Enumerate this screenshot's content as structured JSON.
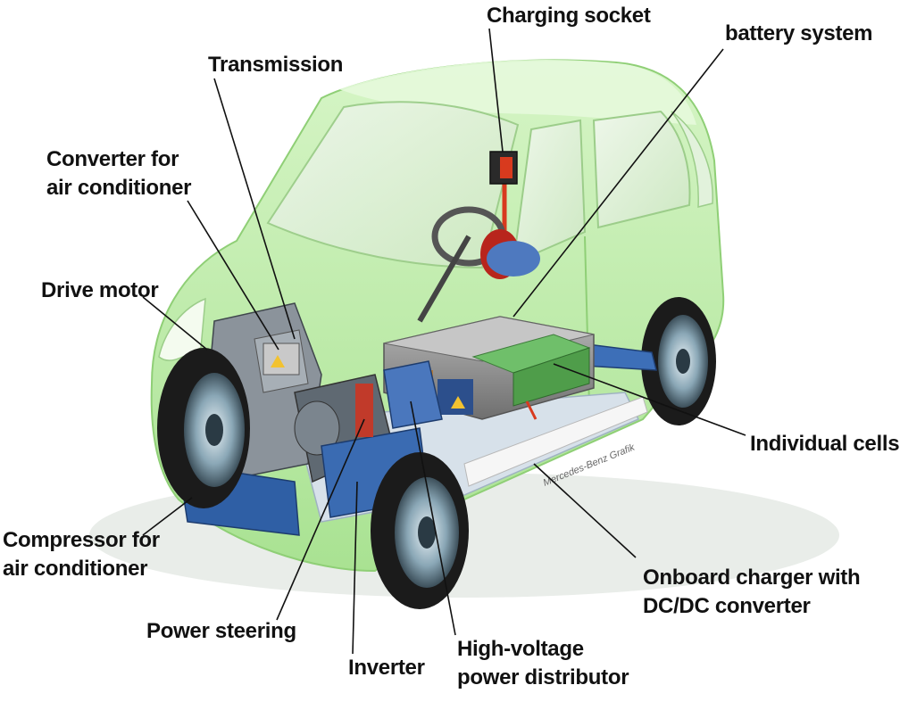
{
  "labels": {
    "charging_socket": "Charging socket",
    "battery_system": "battery system",
    "transmission": "Transmission",
    "converter_line1": "Converter for",
    "converter_line2": "air conditioner",
    "drive_motor": "Drive motor",
    "individual_cells": "Individual  cells",
    "compressor_line1": "Compressor for",
    "compressor_line2": "air conditioner",
    "onboard_line1": "Onboard charger with",
    "onboard_line2": "DC/DC converter",
    "power_steering": "Power steering",
    "inverter": "Inverter",
    "hv_line1": "High-voltage",
    "hv_line2": "power distributor"
  },
  "watermark": "Mercedes-Benz Grafik",
  "colors": {
    "body_green": "#c9efb6",
    "body_green_dark": "#9fdb86",
    "tire": "#1b1b1b",
    "chassis_blue": "#2e5fa8",
    "battery_grey": "#8a8a8a",
    "cells_green": "#6fbf6a",
    "cable_red": "#d83a1e",
    "leader_line": "#111111"
  }
}
